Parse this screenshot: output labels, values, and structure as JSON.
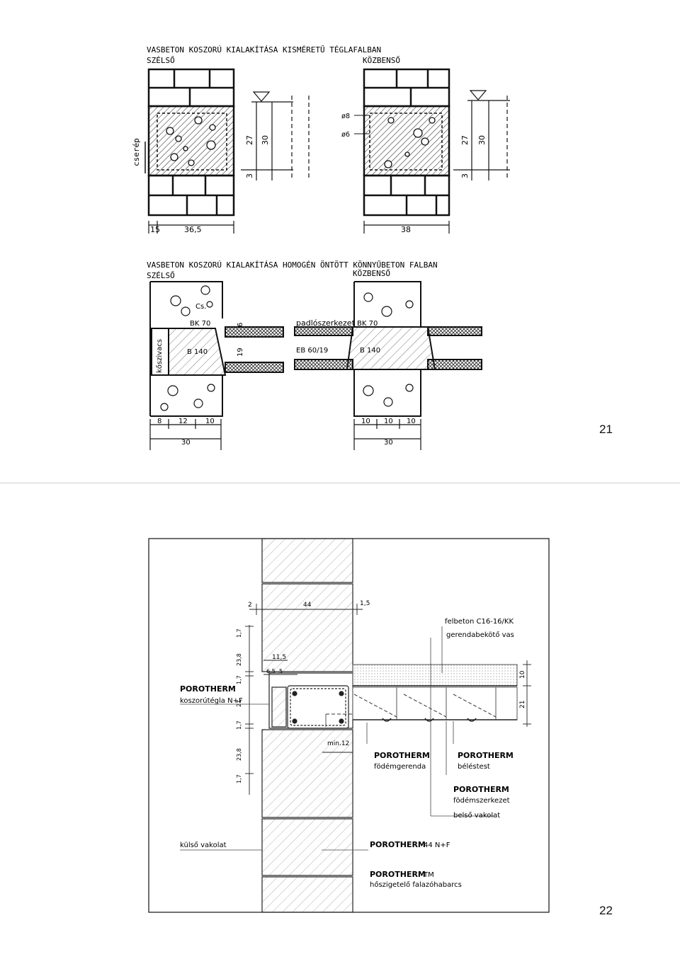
{
  "slide1": {
    "page_number": "21",
    "top_section": {
      "title": "VASBETON KOSZORÚ KIALAKÍTÁSA KISMÉRETŰ TÉGLAFALBAN",
      "left_label": "SZÉLSŐ",
      "right_label": "KÖZBENSŐ",
      "side_label": "cserép",
      "left_dims": {
        "inner": "27",
        "outer": "30",
        "bottom": "3",
        "base_a": "15",
        "base_b": "36,5"
      },
      "right_dims": {
        "inner": "27",
        "outer": "30",
        "bottom": "3",
        "base": "38",
        "rebar_a": "ø8",
        "rebar_b": "ø6"
      }
    },
    "bottom_section": {
      "title": "VASBETON KOSZORÚ KIALAKÍTÁSA HOMOGÉN ÖNTÖTT KÖNNYŰBETON FALBAN",
      "left_label": "SZÉLSŐ",
      "right_label": "KÖZBENSŐ",
      "left_labels": {
        "stone": "kőszivacs",
        "grade": "BK 70",
        "beam": "B 140",
        "cs": "Cs.",
        "h1": "6",
        "h2": "19"
      },
      "left_dims": {
        "a": "8",
        "b": "12",
        "c": "10",
        "total": "30"
      },
      "right_labels": {
        "floor": "padlószerkezet",
        "grade": "BK 70",
        "beam": "B 140",
        "eb": "EB 60/19"
      },
      "right_dims": {
        "a": "10",
        "b": "10",
        "c": "10",
        "total": "30"
      }
    }
  },
  "slide2": {
    "page_number": "22",
    "dims": {
      "top_a": "2",
      "top_b": "44",
      "top_c": "1,5",
      "v1": "1,7",
      "v2": "23,8",
      "v3": "1,7",
      "v4": "21",
      "v5": "1,7",
      "v6": "23,8",
      "v7": "1,7",
      "h1": "11,5",
      "h2": "6,5",
      "h3": "5",
      "r1": "10",
      "r2": "21",
      "min": "min.12"
    },
    "labels": {
      "felbeton": "felbeton C16-16/KK",
      "gerenda_vas": "gerendabekötő vas",
      "brand": "POROTHERM",
      "koszoru": "koszorútégla N+F",
      "fodemgerenda": "födémgerenda",
      "beles": "béléstest",
      "fodemszerk": "födémszerkezet",
      "belso": "belső vakolat",
      "kulso": "külső vakolat",
      "wall_suffix": "44 N+F",
      "tm_suffix": "TM",
      "hoszig": "hőszigetelő falazóhabarcs"
    }
  }
}
